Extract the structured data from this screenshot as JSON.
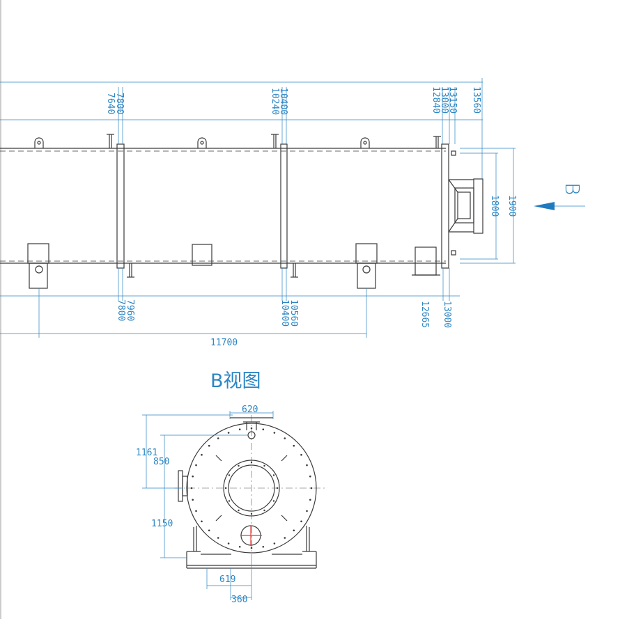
{
  "colors": {
    "outline": "#3a3a3a",
    "dimension": "#2c86c4",
    "centerline": "#555555",
    "marker": "#e53935",
    "arrow": "#1f7ac0"
  },
  "view_title": "B视图",
  "view_marker": "B",
  "side_view": {
    "top_dims": [
      "7800",
      "7640",
      "10400",
      "10240",
      "12840",
      "13150",
      "13000",
      "13560"
    ],
    "bottom_dims": [
      "7960",
      "7800",
      "10560",
      "10400",
      "12665",
      "13000"
    ],
    "length_dim": "11700",
    "height_dims": [
      "1800",
      "1900"
    ]
  },
  "end_view": {
    "width_dim": "620",
    "height_dims": [
      "1161",
      "850",
      "1150"
    ],
    "base_dims": [
      "619",
      "360"
    ]
  }
}
